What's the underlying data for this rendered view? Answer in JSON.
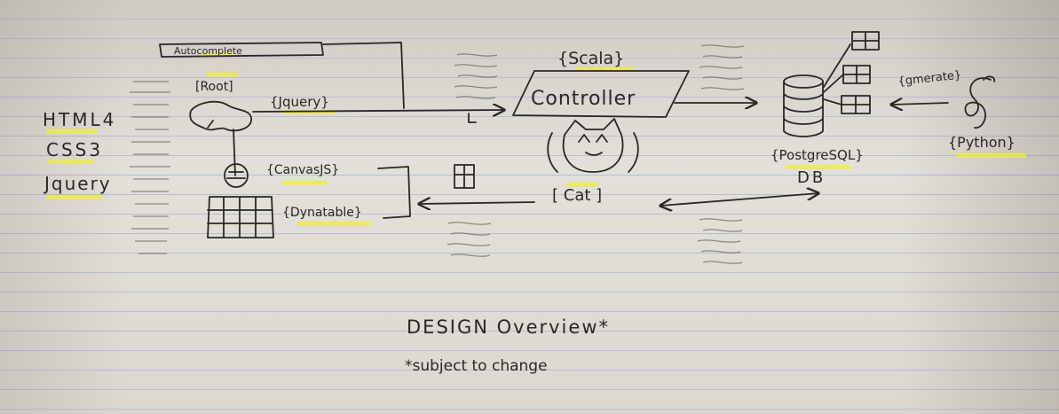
{
  "left_stack": {
    "lines": [
      "HTML4",
      "CSS3",
      "Jquery"
    ]
  },
  "labels": {
    "autocomplete": "Autocomplete",
    "root": "[Root]",
    "jquery": "{Jquery}",
    "canvasjs": "{CanvasJS}",
    "dynatable": "{Dynatable}",
    "scala": "{Scala}",
    "controller": "Controller",
    "cat": "[ Cat ]",
    "postgresql": "{PostgreSQL}",
    "db": "DB",
    "gmerate": "{gmerate}",
    "python": "{Python}"
  },
  "footer": {
    "title": "DESIGN Overview*",
    "note": "*subject to change"
  },
  "colors": {
    "ink": "#2a2724",
    "highlight": "#f2ec3a",
    "paper": "#dcd8d1",
    "rule": "#b7bfd0"
  }
}
